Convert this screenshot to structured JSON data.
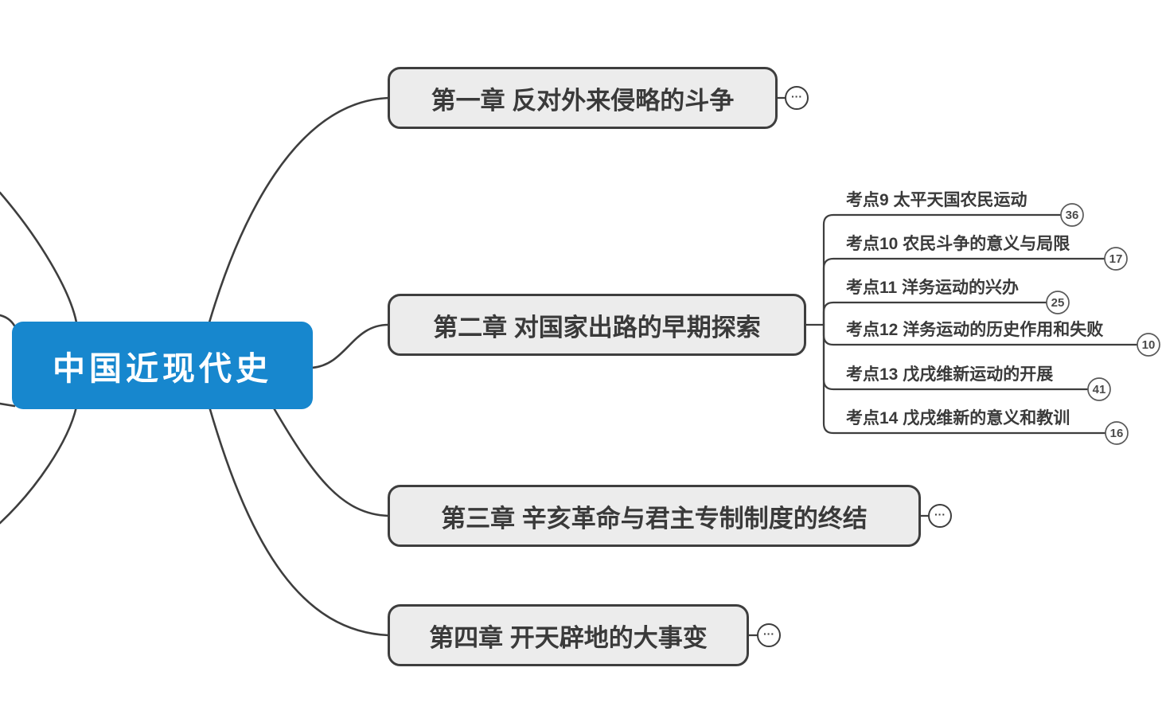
{
  "root": {
    "label": "中国近现代史"
  },
  "chapters": [
    {
      "label": "第一章 反对外来侵略的斗争",
      "collapsed": true
    },
    {
      "label": "第二章 对国家出路的早期探索",
      "collapsed": false
    },
    {
      "label": "第三章 辛亥革命与君主专制制度的终结",
      "collapsed": true
    },
    {
      "label": "第四章 开天辟地的大事变",
      "collapsed": true
    }
  ],
  "subtopics": [
    {
      "label": "考点9 太平天国农民运动",
      "count": "36"
    },
    {
      "label": "考点10 农民斗争的意义与局限",
      "count": "17"
    },
    {
      "label": "考点11 洋务运动的兴办",
      "count": "25"
    },
    {
      "label": "考点12 洋务运动的历史作用和失败",
      "count": "10"
    },
    {
      "label": "考点13 戊戌维新运动的开展",
      "count": "41"
    },
    {
      "label": "考点14 戊戌维新的意义和教训",
      "count": "16"
    }
  ],
  "more_indicator": "···",
  "colors": {
    "root_fill": "#1787CE",
    "root_text": "#FFFFFF",
    "topic_fill": "#ECECEC",
    "topic_border": "#3E3E3E",
    "connector_line": "#3E3E3E",
    "count_text": "#4A4A4A",
    "background": "#FFFFFF"
  }
}
